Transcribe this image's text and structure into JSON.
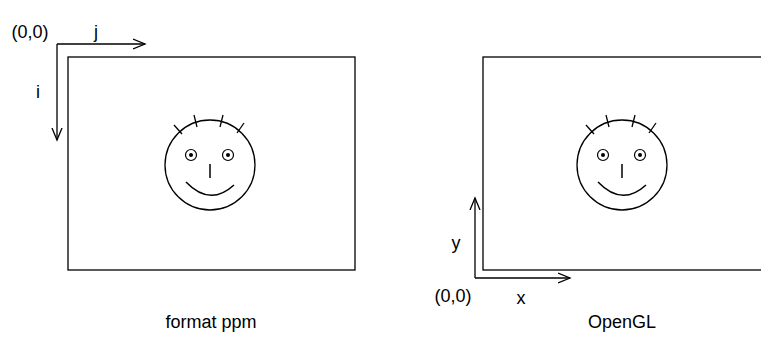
{
  "diagram": {
    "labels": [
      "(0,0)",
      "j",
      "i",
      "format ppm",
      "(0,0)",
      "y",
      "x",
      "OpenGL"
    ]
  }
}
